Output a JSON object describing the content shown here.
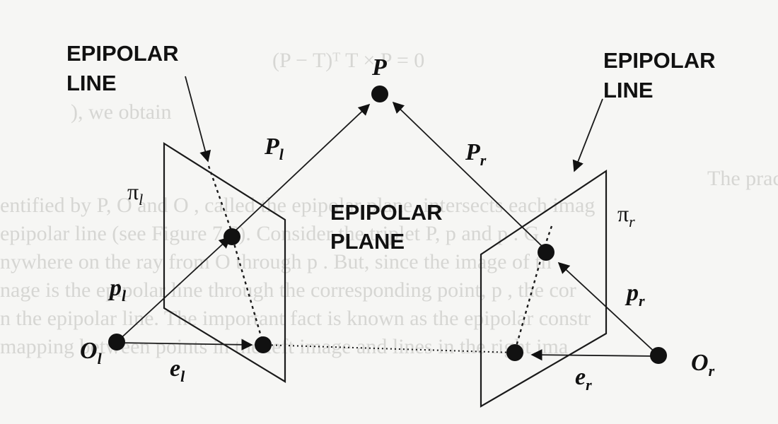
{
  "labels": {
    "epipolar_line_left_1": "EPIPOLAR",
    "epipolar_line_left_2": "LINE",
    "epipolar_line_right_1": "EPIPOLAR",
    "epipolar_line_right_2": "LINE",
    "epipolar_plane_1": "EPIPOLAR",
    "epipolar_plane_2": "PLANE",
    "point_P": "P",
    "P_l_main": "P",
    "P_l_sub": "l",
    "P_r_main": "P",
    "P_r_sub": "r",
    "p_l_main": "p",
    "p_l_sub": "l",
    "p_r_main": "p",
    "p_r_sub": "r",
    "O_l_main": "O",
    "O_l_sub": "l",
    "O_r_main": "O",
    "O_r_sub": "r",
    "e_l_main": "e",
    "e_l_sub": "l",
    "e_r_main": "e",
    "e_r_sub": "r",
    "pi_l_main": "π",
    "pi_l_sub": "l",
    "pi_r_main": "π",
    "pi_r_sub": "r"
  },
  "background_text": [
    "(P  − T)ᵀ T × P  = 0",
    "), we obtain",
    "The practical importance of epipolar geometry stems from the",
    "entified by P, O  and O  , called the epipolar plane, intersects each imag",
    "epipolar line (see Figure 7.6). Consider the triplet P, p  and p  . G",
    "nywhere on the ray from O  through p  . But, since the image of th",
    "nage is the epipolar line through the corresponding point, p  , the cor",
    "n the epipolar line. The important fact is known as the epipolar constr",
    "mapping between points in the left image and lines in the right ima"
  ],
  "colors": {
    "ink": "#111111",
    "paper": "#f6f6f4",
    "ghost_text": "#d6d6d3"
  }
}
